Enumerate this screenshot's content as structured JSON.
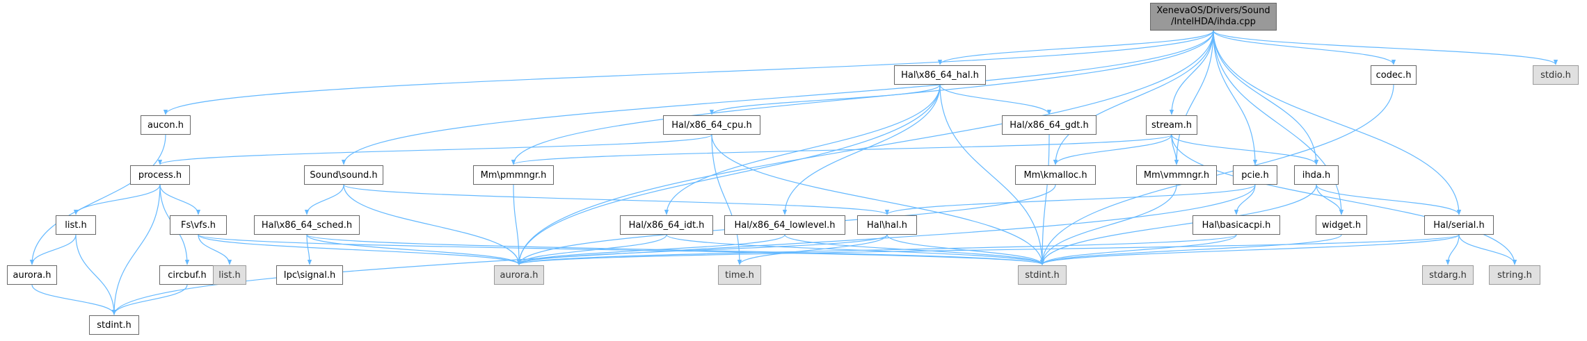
{
  "colors": {
    "edge": "#63b8ff",
    "root_fill": "#999999",
    "external_fill": "#e0e0e0"
  },
  "root": {
    "line1": "XenevaOS/Drivers/Sound",
    "line2": "/IntelHDA/ihda.cpp"
  },
  "nodes": {
    "hal_x86_64_hal": "Hal\\x86_64_hal.h",
    "codec": "codec.h",
    "stdio": "stdio.h",
    "aucon": "aucon.h",
    "hal_x86_64_cpu": "Hal/x86_64_cpu.h",
    "hal_x86_64_gdt": "Hal/x86_64_gdt.h",
    "stream": "stream.h",
    "process": "process.h",
    "sound_sound": "Sound\\sound.h",
    "mm_pmmngr": "Mm\\pmmngr.h",
    "mm_kmalloc": "Mm\\kmalloc.h",
    "mm_vmmngr": "Mm\\vmmngr.h",
    "pcie": "pcie.h",
    "ihda": "ihda.h",
    "list_h": "list.h",
    "fs_vfs": "Fs\\vfs.h",
    "hal_x86_64_sched": "Hal\\x86_64_sched.h",
    "hal_x86_64_idt": "Hal/x86_64_idt.h",
    "hal_x86_64_lowlevel": "Hal/x86_64_lowlevel.h",
    "hal_hal": "Hal\\hal.h",
    "hal_basicacpi": "Hal\\basicacpi.h",
    "widget": "widget.h",
    "hal_serial": "Hal/serial.h",
    "aurora_left": "aurora.h",
    "circbuf": "circbuf.h",
    "list_ext": "list.h",
    "ipc_signal": "Ipc\\signal.h",
    "aurora_mid": "aurora.h",
    "time": "time.h",
    "stdint_mid": "stdint.h",
    "stdarg": "stdarg.h",
    "string": "string.h",
    "stdint_bottom": "stdint.h"
  },
  "edges": [
    [
      "root",
      "hal_x86_64_hal"
    ],
    [
      "root",
      "codec"
    ],
    [
      "root",
      "stdio"
    ],
    [
      "root",
      "aucon"
    ],
    [
      "root",
      "sound_sound"
    ],
    [
      "root",
      "mm_pmmngr"
    ],
    [
      "root",
      "mm_kmalloc"
    ],
    [
      "root",
      "mm_vmmngr"
    ],
    [
      "root",
      "stream"
    ],
    [
      "root",
      "pcie"
    ],
    [
      "root",
      "ihda"
    ],
    [
      "root",
      "widget"
    ],
    [
      "root",
      "hal_serial"
    ],
    [
      "root",
      "aurora_mid"
    ],
    [
      "hal_x86_64_hal",
      "hal_x86_64_cpu"
    ],
    [
      "hal_x86_64_hal",
      "hal_x86_64_gdt"
    ],
    [
      "hal_x86_64_hal",
      "hal_x86_64_idt"
    ],
    [
      "hal_x86_64_hal",
      "hal_x86_64_lowlevel"
    ],
    [
      "hal_x86_64_hal",
      "aurora_mid"
    ],
    [
      "hal_x86_64_hal",
      "stdint_mid"
    ],
    [
      "hal_x86_64_cpu",
      "process"
    ],
    [
      "hal_x86_64_cpu",
      "time"
    ],
    [
      "hal_x86_64_cpu",
      "stdint_mid"
    ],
    [
      "hal_x86_64_gdt",
      "stdint_mid"
    ],
    [
      "codec",
      "stdint_mid"
    ],
    [
      "aucon",
      "aurora_left"
    ],
    [
      "stream",
      "mm_pmmngr"
    ],
    [
      "stream",
      "mm_kmalloc"
    ],
    [
      "stream",
      "mm_vmmngr"
    ],
    [
      "stream",
      "ihda"
    ],
    [
      "stream",
      "string"
    ],
    [
      "process",
      "list_h"
    ],
    [
      "process",
      "fs_vfs"
    ],
    [
      "process",
      "stdint_bottom"
    ],
    [
      "process",
      "circbuf"
    ],
    [
      "sound_sound",
      "hal_x86_64_sched"
    ],
    [
      "sound_sound",
      "aurora_mid"
    ],
    [
      "sound_sound",
      "hal_hal"
    ],
    [
      "mm_pmmngr",
      "aurora_mid"
    ],
    [
      "mm_kmalloc",
      "aurora_mid"
    ],
    [
      "mm_vmmngr",
      "stdint_mid"
    ],
    [
      "pcie",
      "hal_hal"
    ],
    [
      "pcie",
      "hal_basicacpi"
    ],
    [
      "pcie",
      "stdint_bottom"
    ],
    [
      "ihda",
      "widget"
    ],
    [
      "ihda",
      "hal_serial"
    ],
    [
      "ihda",
      "stdint_mid"
    ],
    [
      "list_h",
      "aurora_left"
    ],
    [
      "list_h",
      "stdint_bottom"
    ],
    [
      "fs_vfs",
      "list_ext"
    ],
    [
      "fs_vfs",
      "aurora_mid"
    ],
    [
      "fs_vfs",
      "stdint_mid"
    ],
    [
      "hal_x86_64_sched",
      "ipc_signal"
    ],
    [
      "hal_x86_64_sched",
      "aurora_mid"
    ],
    [
      "hal_x86_64_sched",
      "stdint_mid"
    ],
    [
      "hal_x86_64_idt",
      "aurora_mid"
    ],
    [
      "hal_x86_64_idt",
      "stdint_mid"
    ],
    [
      "hal_x86_64_lowlevel",
      "aurora_mid"
    ],
    [
      "hal_x86_64_lowlevel",
      "stdint_mid"
    ],
    [
      "hal_hal",
      "aurora_mid"
    ],
    [
      "hal_hal",
      "time"
    ],
    [
      "hal_hal",
      "stdint_mid"
    ],
    [
      "hal_basicacpi",
      "aurora_mid"
    ],
    [
      "hal_basicacpi",
      "stdint_mid"
    ],
    [
      "widget",
      "stdint_mid"
    ],
    [
      "hal_serial",
      "stdarg"
    ],
    [
      "hal_serial",
      "string"
    ],
    [
      "hal_serial",
      "stdint_mid"
    ],
    [
      "hal_serial",
      "aurora_mid"
    ],
    [
      "aurora_left",
      "stdint_bottom"
    ],
    [
      "circbuf",
      "stdint_bottom"
    ]
  ]
}
